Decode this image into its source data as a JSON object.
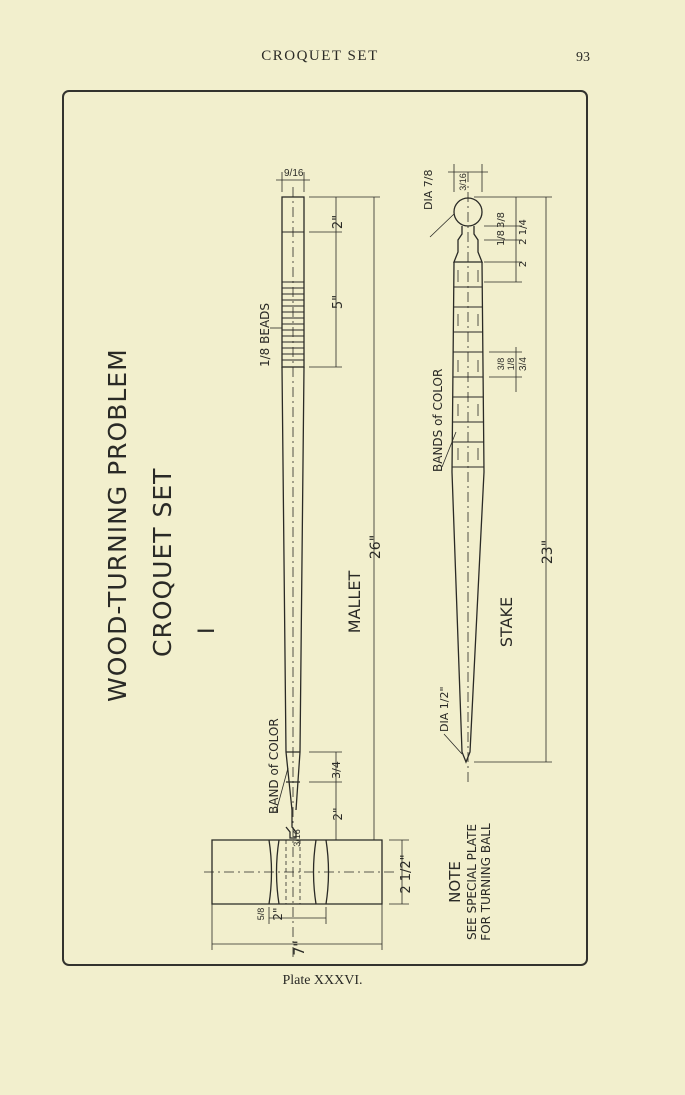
{
  "header": {
    "running_title": "CROQUET SET",
    "page_number": "93"
  },
  "plate": {
    "title_line1": "WOOD-TURNING PROBLEM",
    "title_line2": "CROQUET SET",
    "roman_one": "I",
    "mallet": {
      "name": "MALLET",
      "length": "26\"",
      "grip_diameter": "9/16",
      "end_length": "2\"",
      "beads_length": "5\"",
      "beads_label": "1/8 BEADS",
      "band_label": "BAND of COLOR",
      "band_width": "3/4",
      "band_spacing": "2\"",
      "neck_diameter": "3/16",
      "head_length": "7\"",
      "head_diameter": "2 1/2\"",
      "head_groove": "2\"",
      "head_end": "5/8"
    },
    "stake": {
      "name": "STAKE",
      "length": "23\"",
      "top_diameter": "DIA 7/8",
      "ball_dim": "3/16",
      "top_dim_1": "3/8",
      "top_dim_2": "1/8",
      "top_dim_3": "2 1/4",
      "top_dim_4": "2",
      "band_label": "BANDS of COLOR",
      "band_dim_1": "3/8",
      "band_dim_2": "1/8",
      "band_dim_3": "3/4",
      "tip_diameter": "DIA 1/2\""
    },
    "note": {
      "heading": "NOTE",
      "line1": "SEE SPECIAL PLATE",
      "line2": "FOR TURNING BALL"
    }
  },
  "caption": "Plate XXXVI."
}
